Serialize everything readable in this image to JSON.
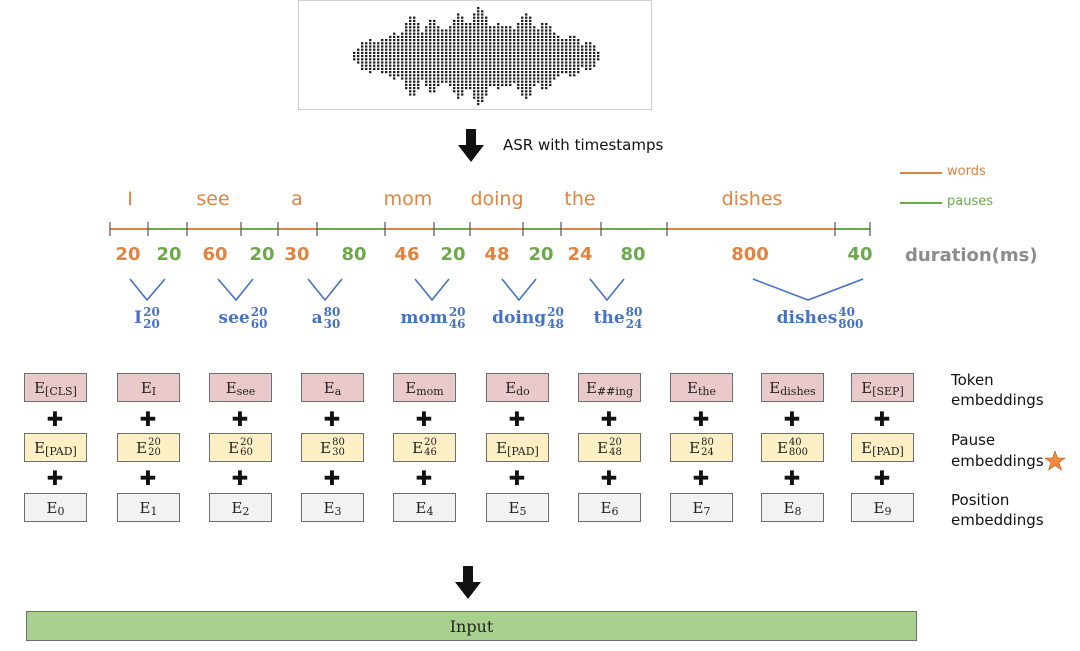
{
  "asr_label": "ASR with timestamps",
  "words": [
    "I",
    "see",
    "a",
    "mom",
    "doing",
    "the",
    "dishes"
  ],
  "legend": {
    "words": "words",
    "pauses": "pauses"
  },
  "durations": [
    "20",
    "20",
    "60",
    "20",
    "30",
    "80",
    "46",
    "20",
    "48",
    "20",
    "24",
    "80",
    "800",
    "40"
  ],
  "duration_label": "duration(ms)",
  "tokens": [
    {
      "word": "I",
      "sup": "20",
      "sub": "20"
    },
    {
      "word": "see",
      "sup": "20",
      "sub": "60"
    },
    {
      "word": "a",
      "sup": "80",
      "sub": "30"
    },
    {
      "word": "mom",
      "sup": "20",
      "sub": "46"
    },
    {
      "word": "doing",
      "sup": "20",
      "sub": "48"
    },
    {
      "word": "the",
      "sup": "80",
      "sub": "24"
    },
    {
      "word": "dishes",
      "sup": "40",
      "sub": "800"
    }
  ],
  "token_embeddings": [
    "[CLS]",
    "I",
    "see",
    "a",
    "mom",
    "do",
    "##ing",
    "the",
    "dishes",
    "[SEP]"
  ],
  "pause_embeddings": [
    {
      "sub": "[PAD]"
    },
    {
      "sup": "20",
      "sub": "20"
    },
    {
      "sup": "20",
      "sub": "60"
    },
    {
      "sup": "80",
      "sub": "30"
    },
    {
      "sup": "20",
      "sub": "46"
    },
    {
      "sub": "[PAD]"
    },
    {
      "sup": "20",
      "sub": "48"
    },
    {
      "sup": "80",
      "sub": "24"
    },
    {
      "sup": "40",
      "sub": "800"
    },
    {
      "sub": "[PAD]"
    }
  ],
  "position_embeddings": [
    "0",
    "1",
    "2",
    "3",
    "4",
    "5",
    "6",
    "7",
    "8",
    "9"
  ],
  "embedding_letter": "E",
  "plus_symbol": "✚",
  "row_labels": {
    "token": [
      "Token",
      "embeddings"
    ],
    "pause": [
      "Pause",
      "embeddings"
    ],
    "position": [
      "Position",
      "embeddings"
    ]
  },
  "input_label": "Input",
  "colors": {
    "word": "#e2833f",
    "pause": "#6aaa4a",
    "token": "#4472c4",
    "star": "#f08a3c"
  }
}
